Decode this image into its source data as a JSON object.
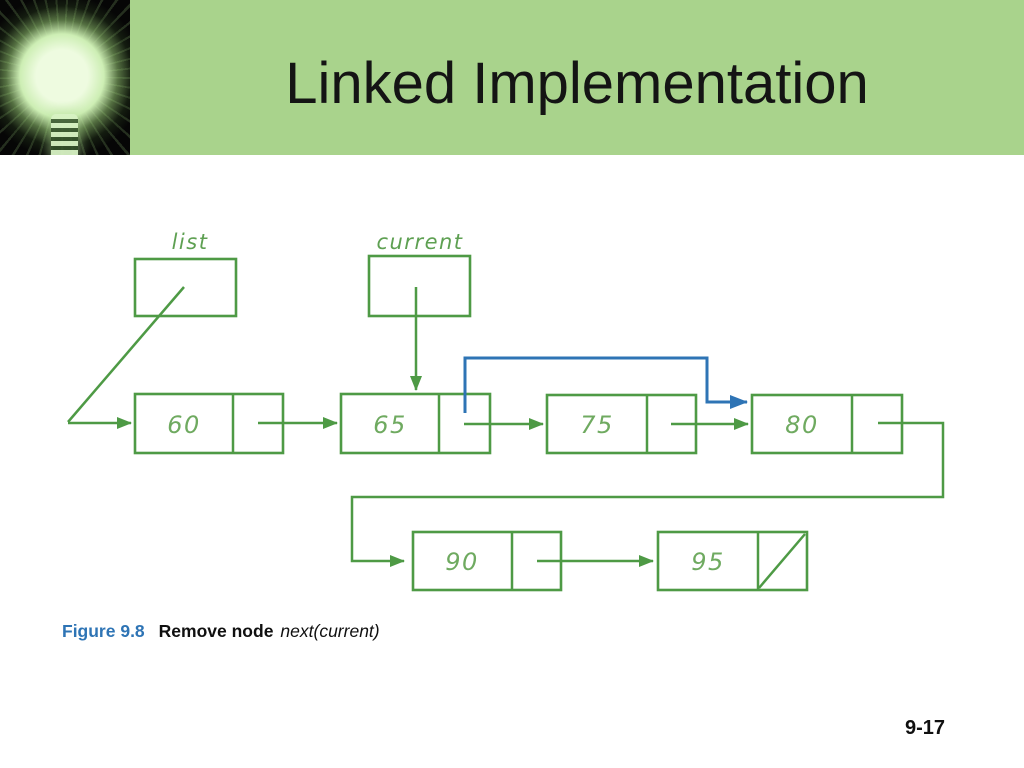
{
  "header": {
    "title": "Linked Implementation",
    "banner_color": "#a9d38c",
    "bulb_image": "glowing-lightbulb-on-black"
  },
  "diagram": {
    "pointers": [
      {
        "label": "list"
      },
      {
        "label": "current"
      }
    ],
    "nodes": [
      {
        "value": "60"
      },
      {
        "value": "65"
      },
      {
        "value": "75"
      },
      {
        "value": "80"
      },
      {
        "value": "90"
      },
      {
        "value": "95",
        "null_next": true
      }
    ],
    "links": [
      "list -> 60",
      "current -> 65",
      "60 -> 65",
      "65 -> 75",
      "75 -> 80",
      "80 -> 90",
      "90 -> 95",
      "95 -> null"
    ],
    "remove_arrow": "65.next bypasses 75 to 80 (blue)",
    "colors": {
      "line_green": "#4e9a45",
      "value_green": "#6faa60",
      "remove_blue": "#2e74b5"
    }
  },
  "caption": {
    "figure_label": "Figure 9.8",
    "text_bold": "Remove node",
    "text_italic": "next(current)"
  },
  "page_number": "9-17"
}
